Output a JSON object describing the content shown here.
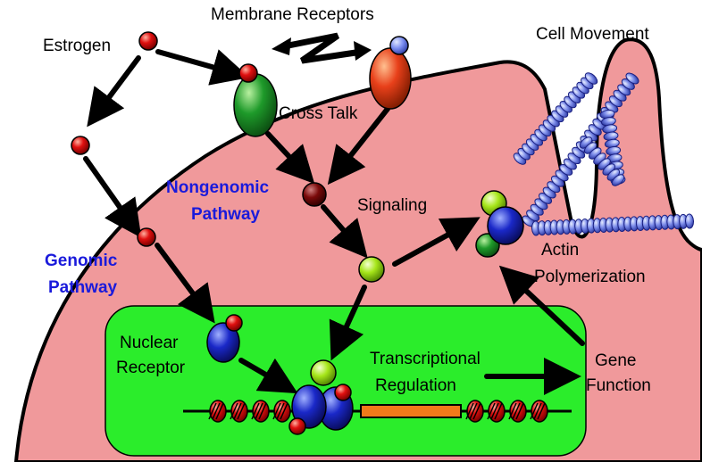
{
  "labels": {
    "membrane_receptors": "Membrane Receptors",
    "cell_movement": "Cell Movement",
    "estrogen": "Estrogen",
    "cross_talk": "Cross Talk",
    "nongenomic_line1": "Nongenomic",
    "nongenomic_line2": "Pathway",
    "signaling": "Signaling",
    "genomic_line1": "Genomic",
    "genomic_line2": "Pathway",
    "actin_line1": "Actin",
    "actin_line2": "Polymerization",
    "nuclear_line1": "Nuclear",
    "nuclear_line2": "Receptor",
    "transcriptional_line1": "Transcriptional",
    "transcriptional_line2": "Regulation",
    "gene_line1": "Gene",
    "gene_line2": "Function"
  },
  "colors": {
    "cytoplasm": "#f0999b",
    "nucleus": "#2bed2b",
    "pathway_label": "#1a1adb",
    "estrogen": "#e01010",
    "receptor_green": "#1e9a2a",
    "receptor_red": "#e8401a",
    "receptor_blue": "#1a28c8",
    "signal_darkred": "#7a0a0a",
    "signal_lime": "#a6e61a",
    "actin": "#6a7ae8",
    "gene_box": "#f07a1a"
  }
}
